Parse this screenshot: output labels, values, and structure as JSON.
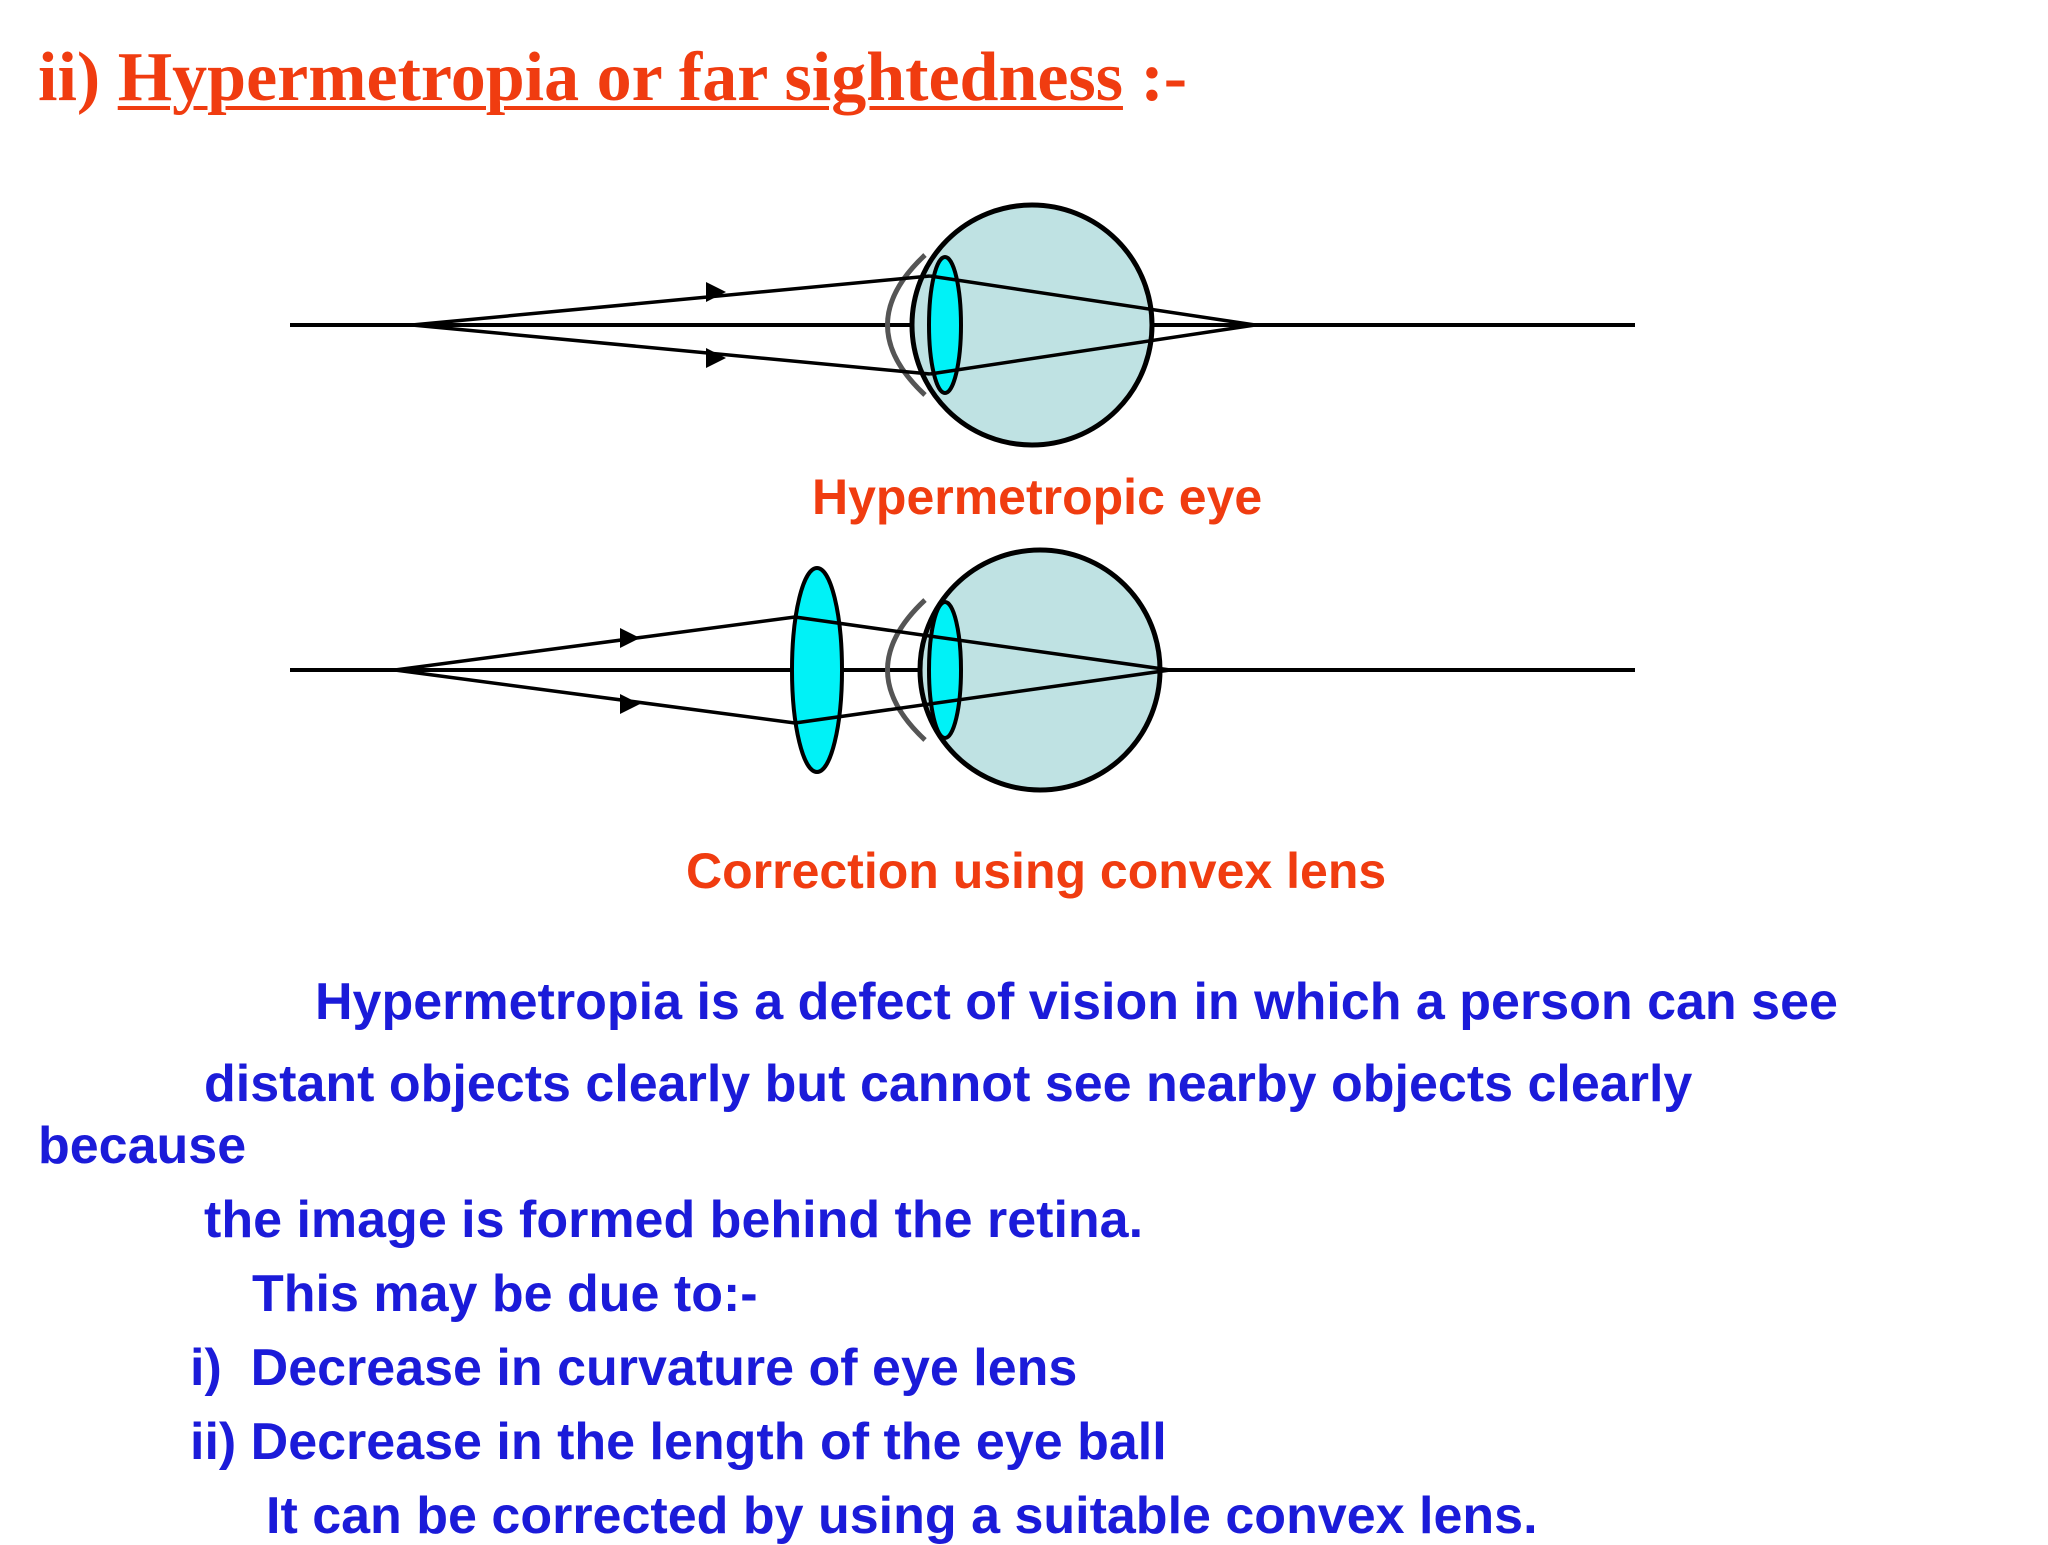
{
  "title": {
    "prefix": "ii) ",
    "main": "Hypermetropia or far sightedness",
    "suffix": " :-"
  },
  "diagram_top": {
    "caption": "Hypermetropic eye"
  },
  "diagram_bottom": {
    "caption": "Correction using convex lens"
  },
  "body": {
    "line1": "Hypermetropia is a defect of vision in which a person can see",
    "line2": "distant objects clearly but cannot see nearby objects clearly",
    "line3": "because",
    "line4": "the image is formed behind the retina.",
    "line5": "This may be due to:-",
    "line6": "i)  Decrease in curvature of eye lens",
    "line7": "ii) Decrease in the length of the eye ball",
    "line8": "It can be corrected by using a suitable convex lens."
  },
  "colors": {
    "title": "#f03c10",
    "caption": "#f03c10",
    "body_text": "#1b1bd9",
    "eyeball_fill": "#bfe2e3",
    "lens_fill": "#00f2f7",
    "stroke": "#000000"
  }
}
